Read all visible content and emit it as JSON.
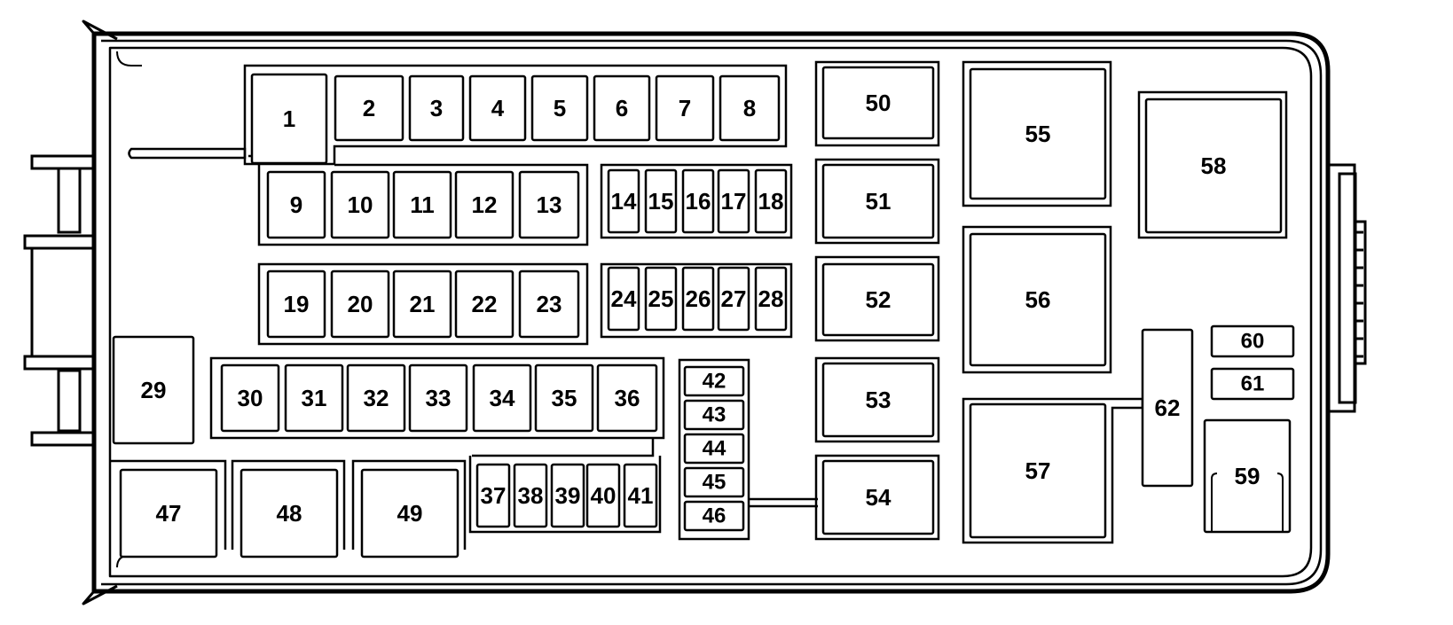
{
  "colors": {
    "line": "#000000",
    "fill": "#ffffff"
  },
  "fuses": [
    "1",
    "2",
    "3",
    "4",
    "5",
    "6",
    "7",
    "8",
    "9",
    "10",
    "11",
    "12",
    "13",
    "14",
    "15",
    "16",
    "17",
    "18",
    "19",
    "20",
    "21",
    "22",
    "23",
    "24",
    "25",
    "26",
    "27",
    "28",
    "29",
    "30",
    "31",
    "32",
    "33",
    "34",
    "35",
    "36",
    "37",
    "38",
    "39",
    "40",
    "41",
    "42",
    "43",
    "44",
    "45",
    "46",
    "47",
    "48",
    "49",
    "50",
    "51",
    "52",
    "53",
    "54",
    "55",
    "56",
    "57",
    "58",
    "59",
    "60",
    "61",
    "62"
  ]
}
